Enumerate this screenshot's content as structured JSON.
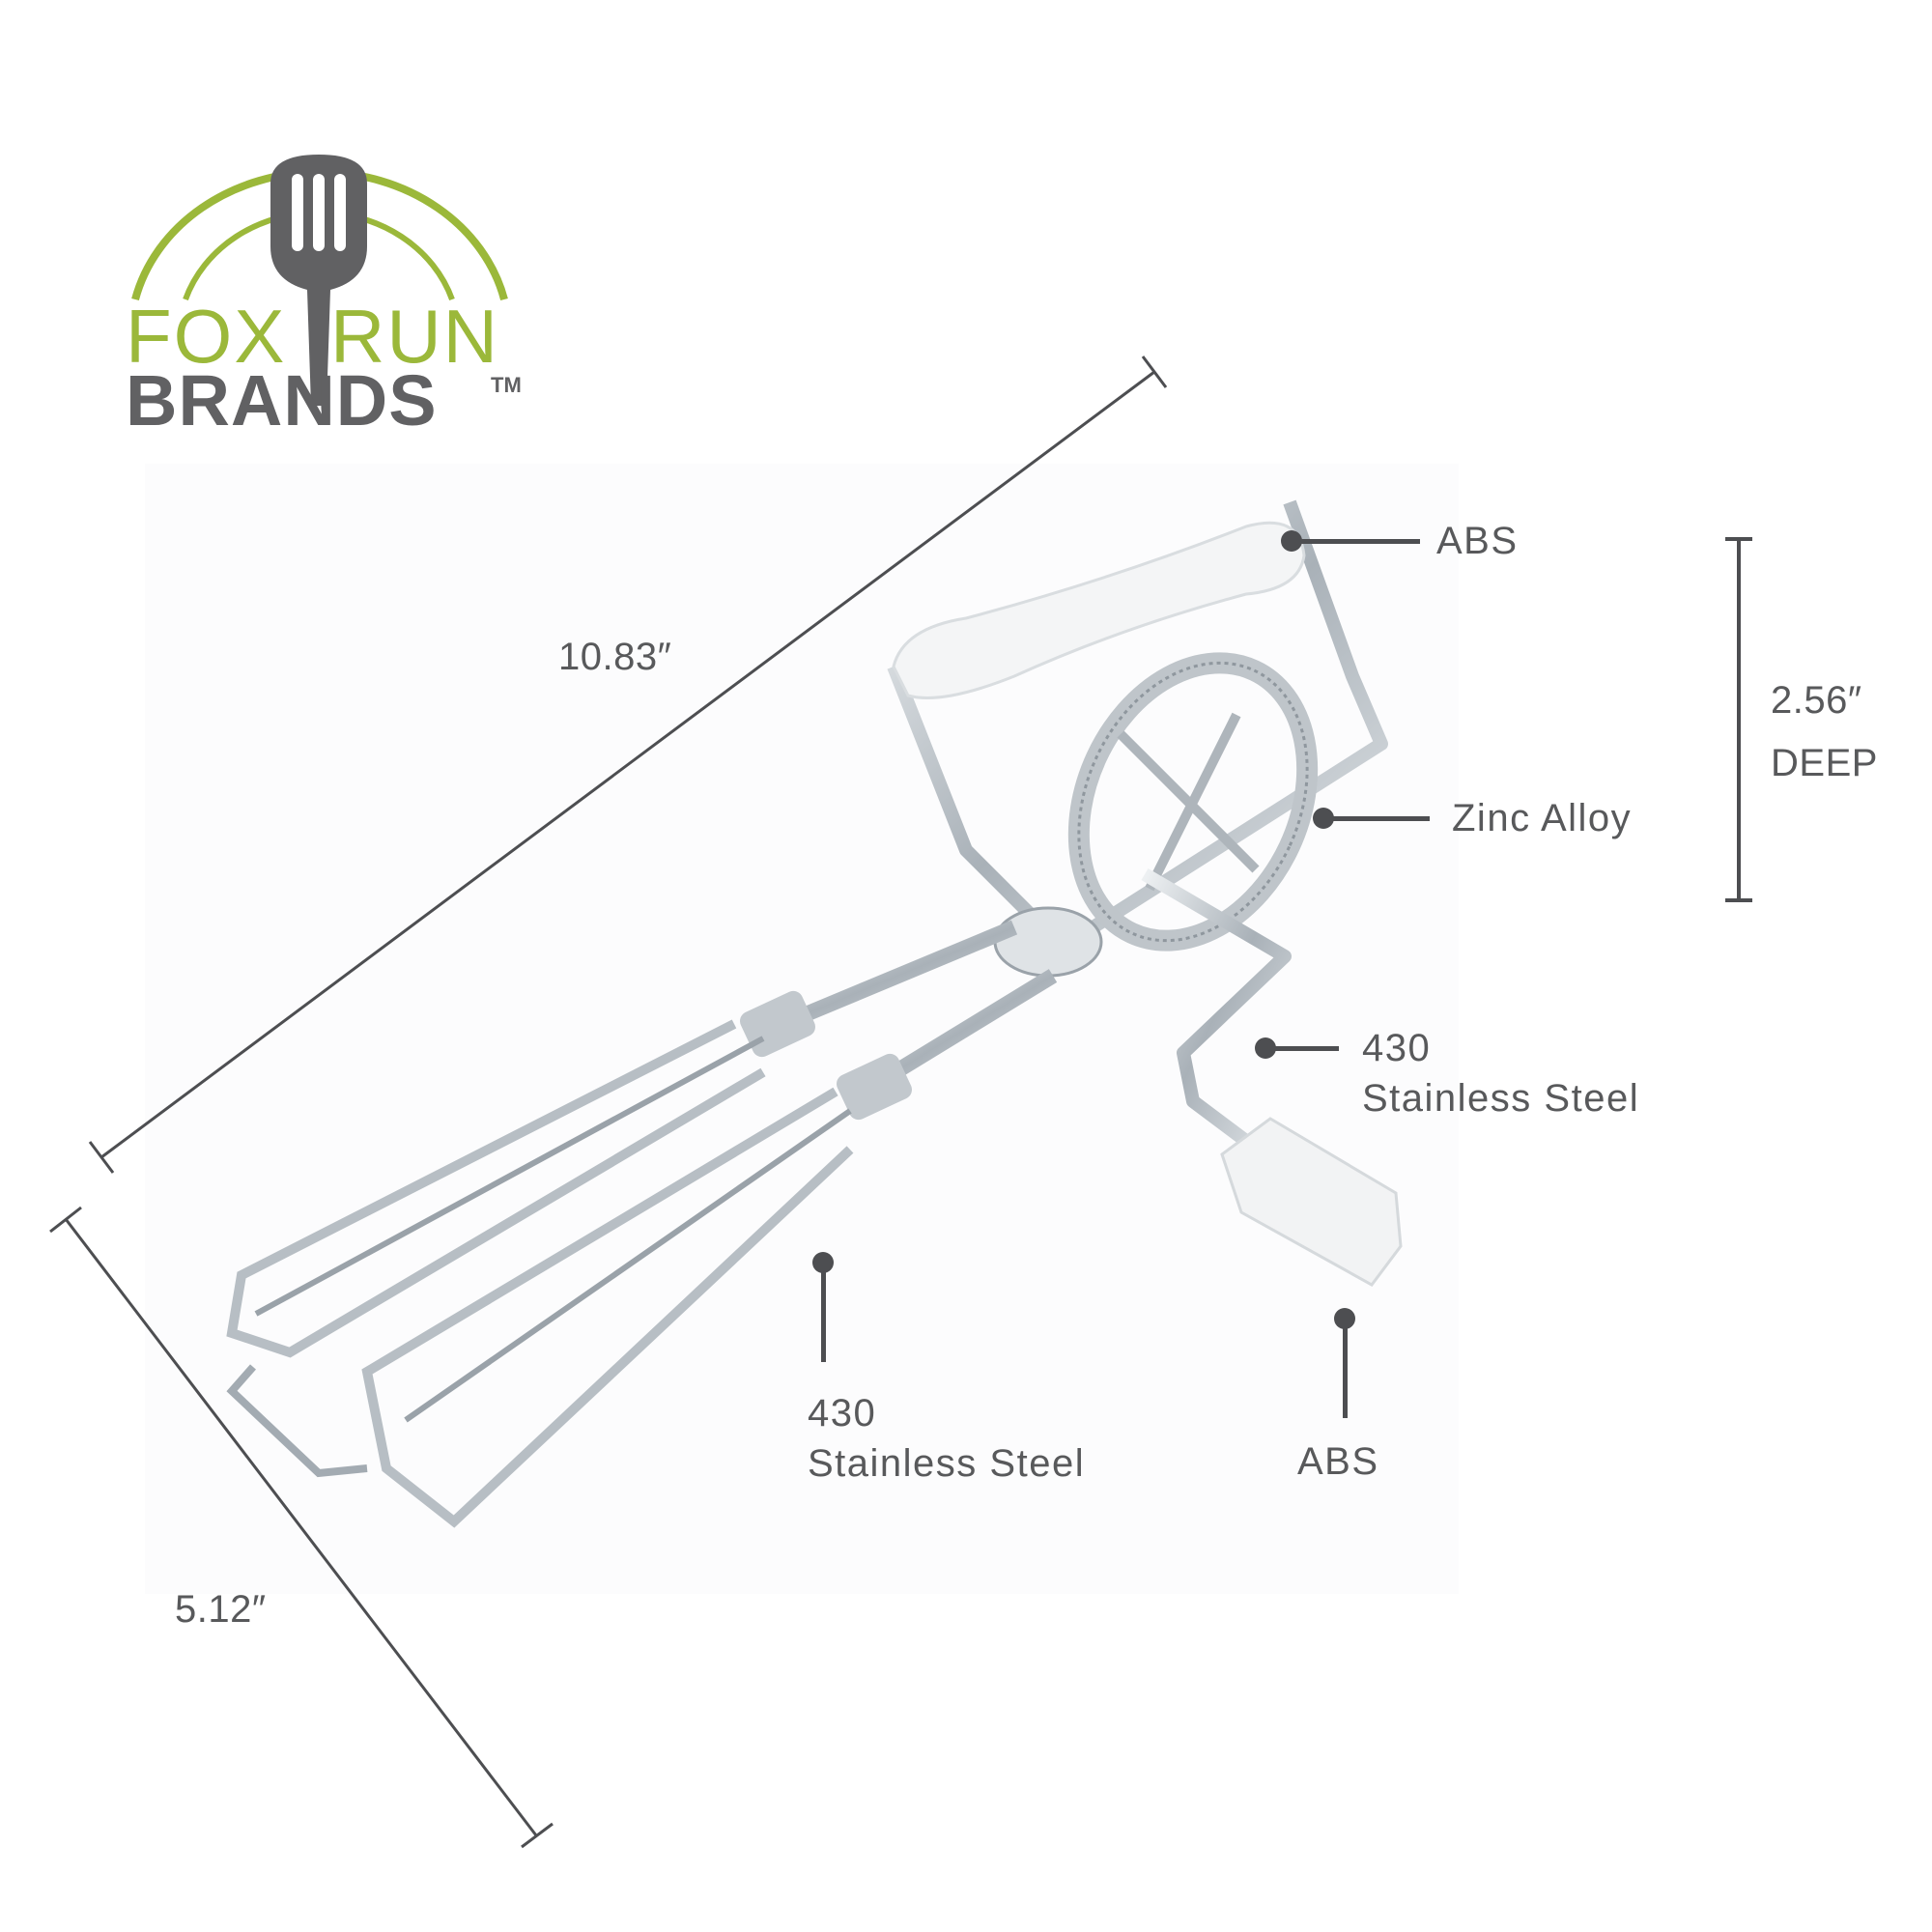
{
  "brand": {
    "line1_left": "FOX",
    "line1_right": "RUN",
    "line2": "BRANDS",
    "trademark": "TM",
    "colors": {
      "green": "#9bb83a",
      "gray": "#616163"
    }
  },
  "product": {
    "name": "rotary-egg-beater",
    "handle_color": "#f4f5f6",
    "metal_color": "#c9ced2"
  },
  "dimensions": {
    "length": "10.83″",
    "width": "5.12″",
    "depth_value": "2.56″",
    "depth_label": "DEEP"
  },
  "callouts": [
    {
      "id": "handle",
      "lines": [
        "ABS"
      ]
    },
    {
      "id": "gear",
      "lines": [
        "Zinc Alloy"
      ]
    },
    {
      "id": "crank-arm",
      "lines": [
        "430",
        "Stainless Steel"
      ]
    },
    {
      "id": "beaters",
      "lines": [
        "430",
        "Stainless Steel"
      ]
    },
    {
      "id": "crank-knob",
      "lines": [
        "ABS"
      ]
    }
  ],
  "colors": {
    "annotation": "#4d4e51",
    "text": "#58595b",
    "background": "#ffffff"
  }
}
